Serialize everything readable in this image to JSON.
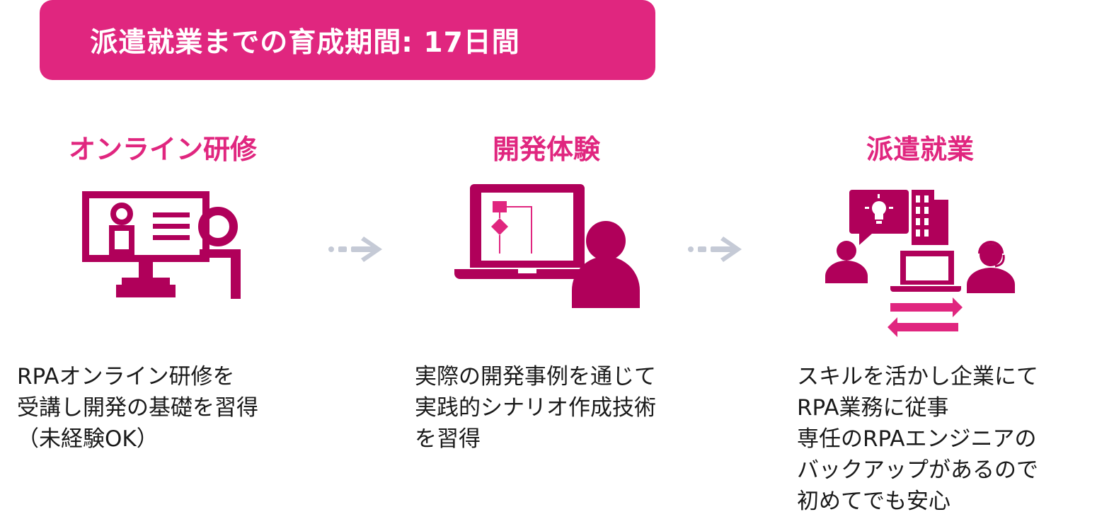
{
  "banner": {
    "text": "派遣就業までの育成期間: 17日間"
  },
  "colors": {
    "banner": "#e0267f",
    "accent": "#e0267f",
    "icon_dark": "#b0005a",
    "arrow": "#c5cad6"
  },
  "steps": [
    {
      "title": "オンライン研修",
      "icon": "online-training-icon",
      "lines": [
        "RPAオンライン研修を",
        "受講し開発の基礎を習得",
        "（未経験OK）"
      ]
    },
    {
      "title": "開発体験",
      "icon": "development-laptop-icon",
      "lines": [
        "実際の開発事例を通じて",
        "実践的シナリオ作成技術",
        "を習得"
      ]
    },
    {
      "title": "派遣就業",
      "icon": "dispatch-work-icon",
      "lines": [
        "スキルを活かし企業にて",
        "RPA業務に従事",
        "専任のRPAエンジニアの",
        "バックアップがあるので",
        "初めてでも安心"
      ]
    }
  ]
}
